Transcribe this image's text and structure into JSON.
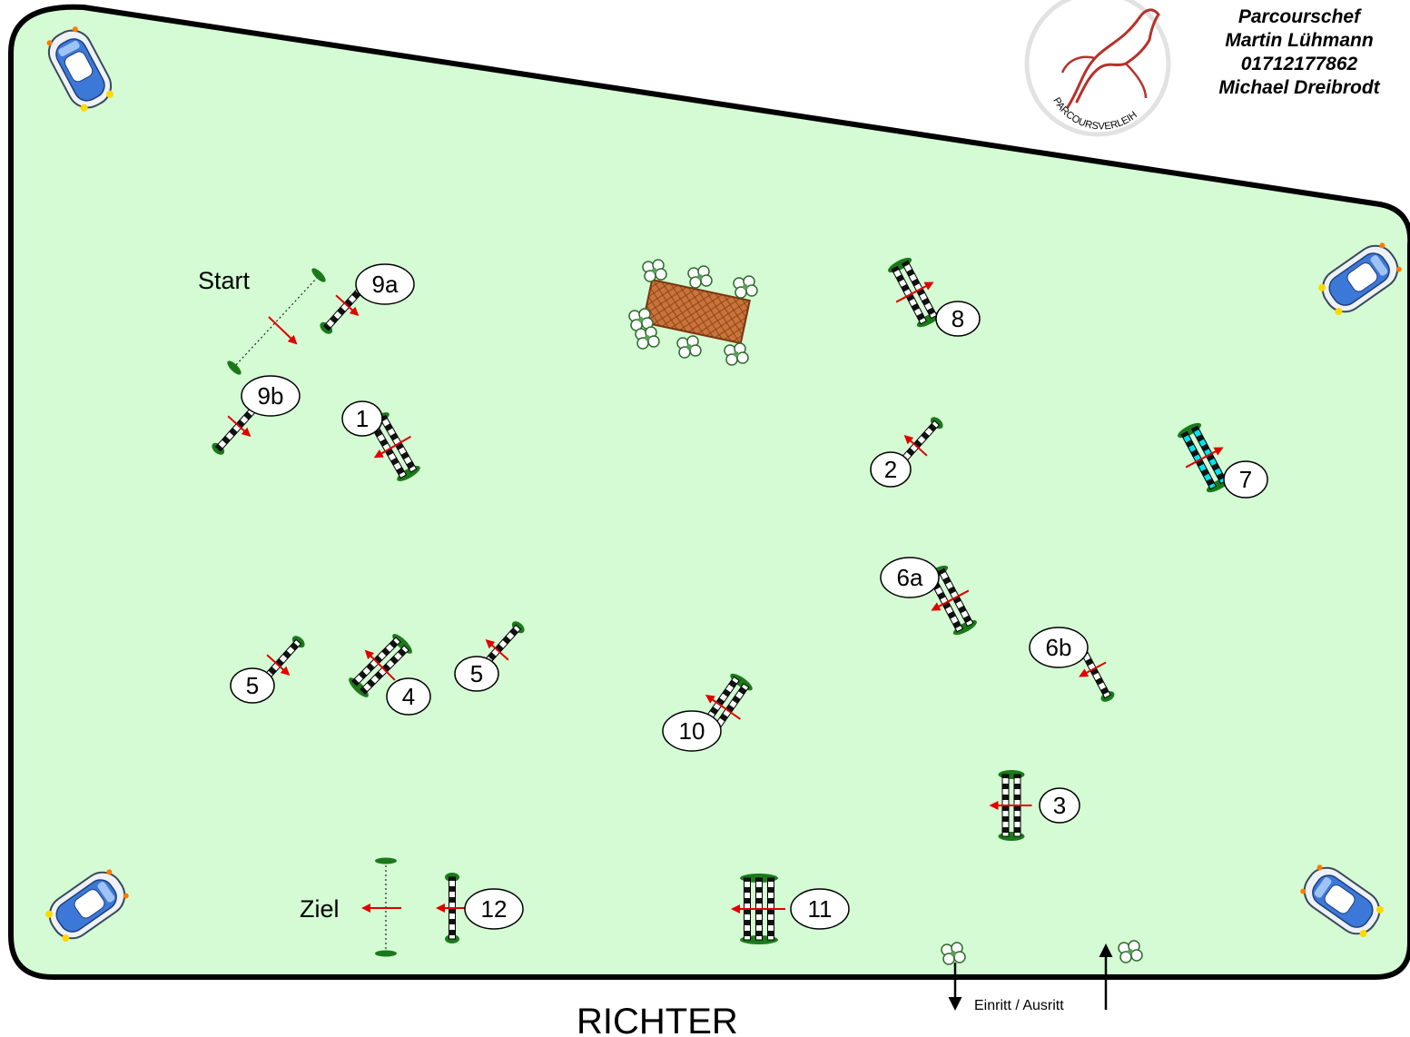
{
  "header": {
    "logo_name": "parcours-logo",
    "logo_text": "PARCOURSVERLEIH",
    "lines": [
      "Parcourschef",
      "Martin Lühmann",
      "01712177862",
      "Michael Dreibrodt"
    ]
  },
  "arena": {
    "fill": "#d4fbd4",
    "stroke": "#000000"
  },
  "labels": {
    "start": "Start",
    "finish": "Ziel",
    "judge": "RICHTER",
    "entrance": "Einritt / Ausritt"
  },
  "obstacles": [
    {
      "id": "1",
      "label": "1"
    },
    {
      "id": "2",
      "label": "2"
    },
    {
      "id": "3",
      "label": "3"
    },
    {
      "id": "4",
      "label": "4"
    },
    {
      "id": "5l",
      "label": "5"
    },
    {
      "id": "5r",
      "label": "5"
    },
    {
      "id": "6a",
      "label": "6a"
    },
    {
      "id": "6b",
      "label": "6b"
    },
    {
      "id": "7",
      "label": "7"
    },
    {
      "id": "8",
      "label": "8"
    },
    {
      "id": "9a",
      "label": "9a"
    },
    {
      "id": "9b",
      "label": "9b"
    },
    {
      "id": "10",
      "label": "10"
    },
    {
      "id": "11",
      "label": "11"
    },
    {
      "id": "12",
      "label": "12"
    }
  ],
  "colors": {
    "pole_dark": "#111111",
    "wing": "#1a7a1a",
    "arrow": "#e00000",
    "water_pole": "#00e5ee",
    "car_body": "#3c78d8",
    "car_frame": "#dfe6ee",
    "wall_fill": "#c8743a",
    "wall_hatch": "#8a3d12"
  },
  "icons": [
    "car-icon",
    "bush-icon",
    "jump-icon",
    "arrow-icon"
  ]
}
